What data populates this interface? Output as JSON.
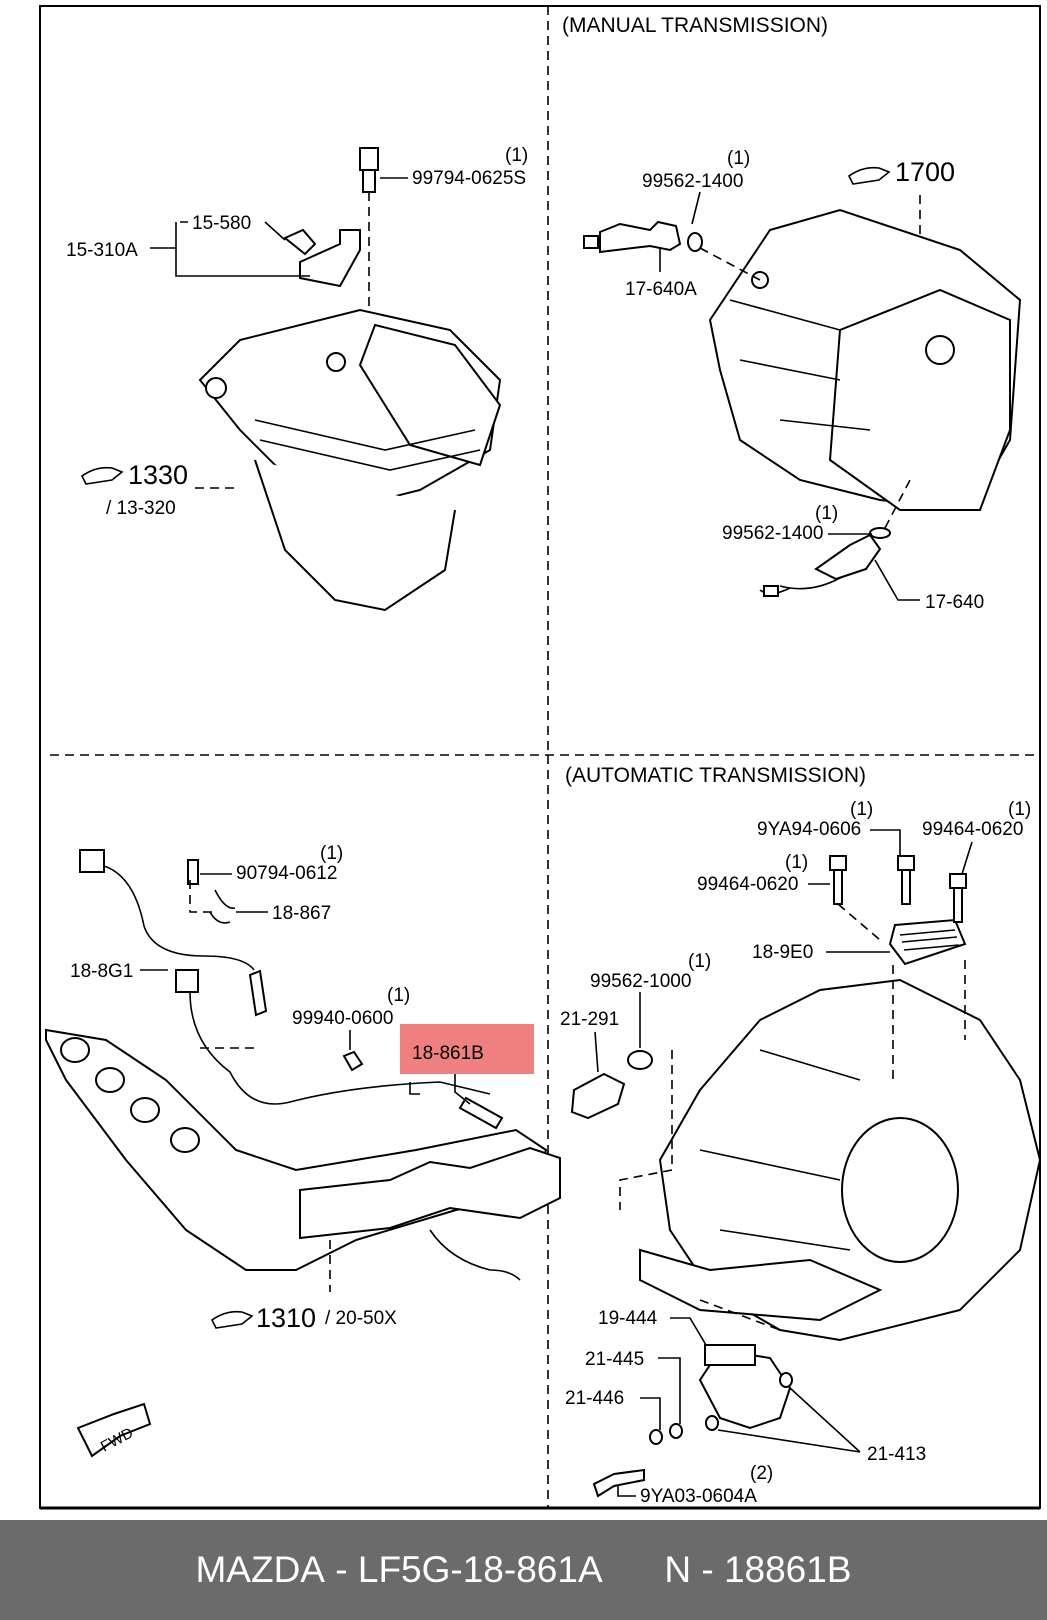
{
  "sections": {
    "manual": "(MANUAL TRANSMISSION)",
    "automatic": "(AUTOMATIC TRANSMISSION)"
  },
  "highlight_color": "#f08080",
  "labels": {
    "q_99794": "(1)",
    "p_99794": "99794-0625S",
    "p_15580": "15-580",
    "p_15310a": "15-310A",
    "ref_1330": "1330",
    "ref_13320": "/ 13-320",
    "q_99562a": "(1)",
    "p_99562a": "99562-1400",
    "ref_1700": "1700",
    "p_17640a": "17-640A",
    "q_99562b": "(1)",
    "p_99562b": "99562-1400",
    "p_17640": "17-640",
    "q_90794": "(1)",
    "p_90794": "90794-0612",
    "p_18867": "18-867",
    "p_188g1": "18-8G1",
    "q_99940": "(1)",
    "p_99940": "99940-0600",
    "p_18861b": "18-861B",
    "ref_1310": "1310",
    "ref_2050x": "/ 20-50X",
    "fwd": "FWD",
    "q_9ya94": "(1)",
    "p_9ya94": "9YA94-0606",
    "q_99464a": "(1)",
    "p_99464a": "99464-0620",
    "q_99464b": "(1)",
    "p_99464b": "99464-0620",
    "p_189e0": "18-9E0",
    "q_99562c": "(1)",
    "p_99562c": "99562-1000",
    "p_21291": "21-291",
    "p_19444": "19-444",
    "p_21445": "21-445",
    "p_21446": "21-446",
    "p_21413": "21-413",
    "q_9ya03": "(2)",
    "p_9ya03": "9YA03-0604A"
  },
  "footer": {
    "brand": "MAZDA",
    "oem": "LF5G-18-861A",
    "n_prefix": "N",
    "n_number": "18861B"
  }
}
